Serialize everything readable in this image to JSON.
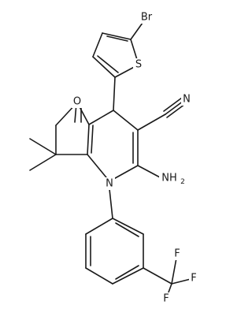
{
  "molecule": {
    "atom_labels": {
      "br": "Br",
      "s": "S",
      "o": "O",
      "n_nitrile": "N",
      "n_ring": "N",
      "nh2_main": "NH",
      "nh2_sub": "2",
      "f_top": "F",
      "f_right": "F",
      "f_bottom": "F"
    }
  }
}
